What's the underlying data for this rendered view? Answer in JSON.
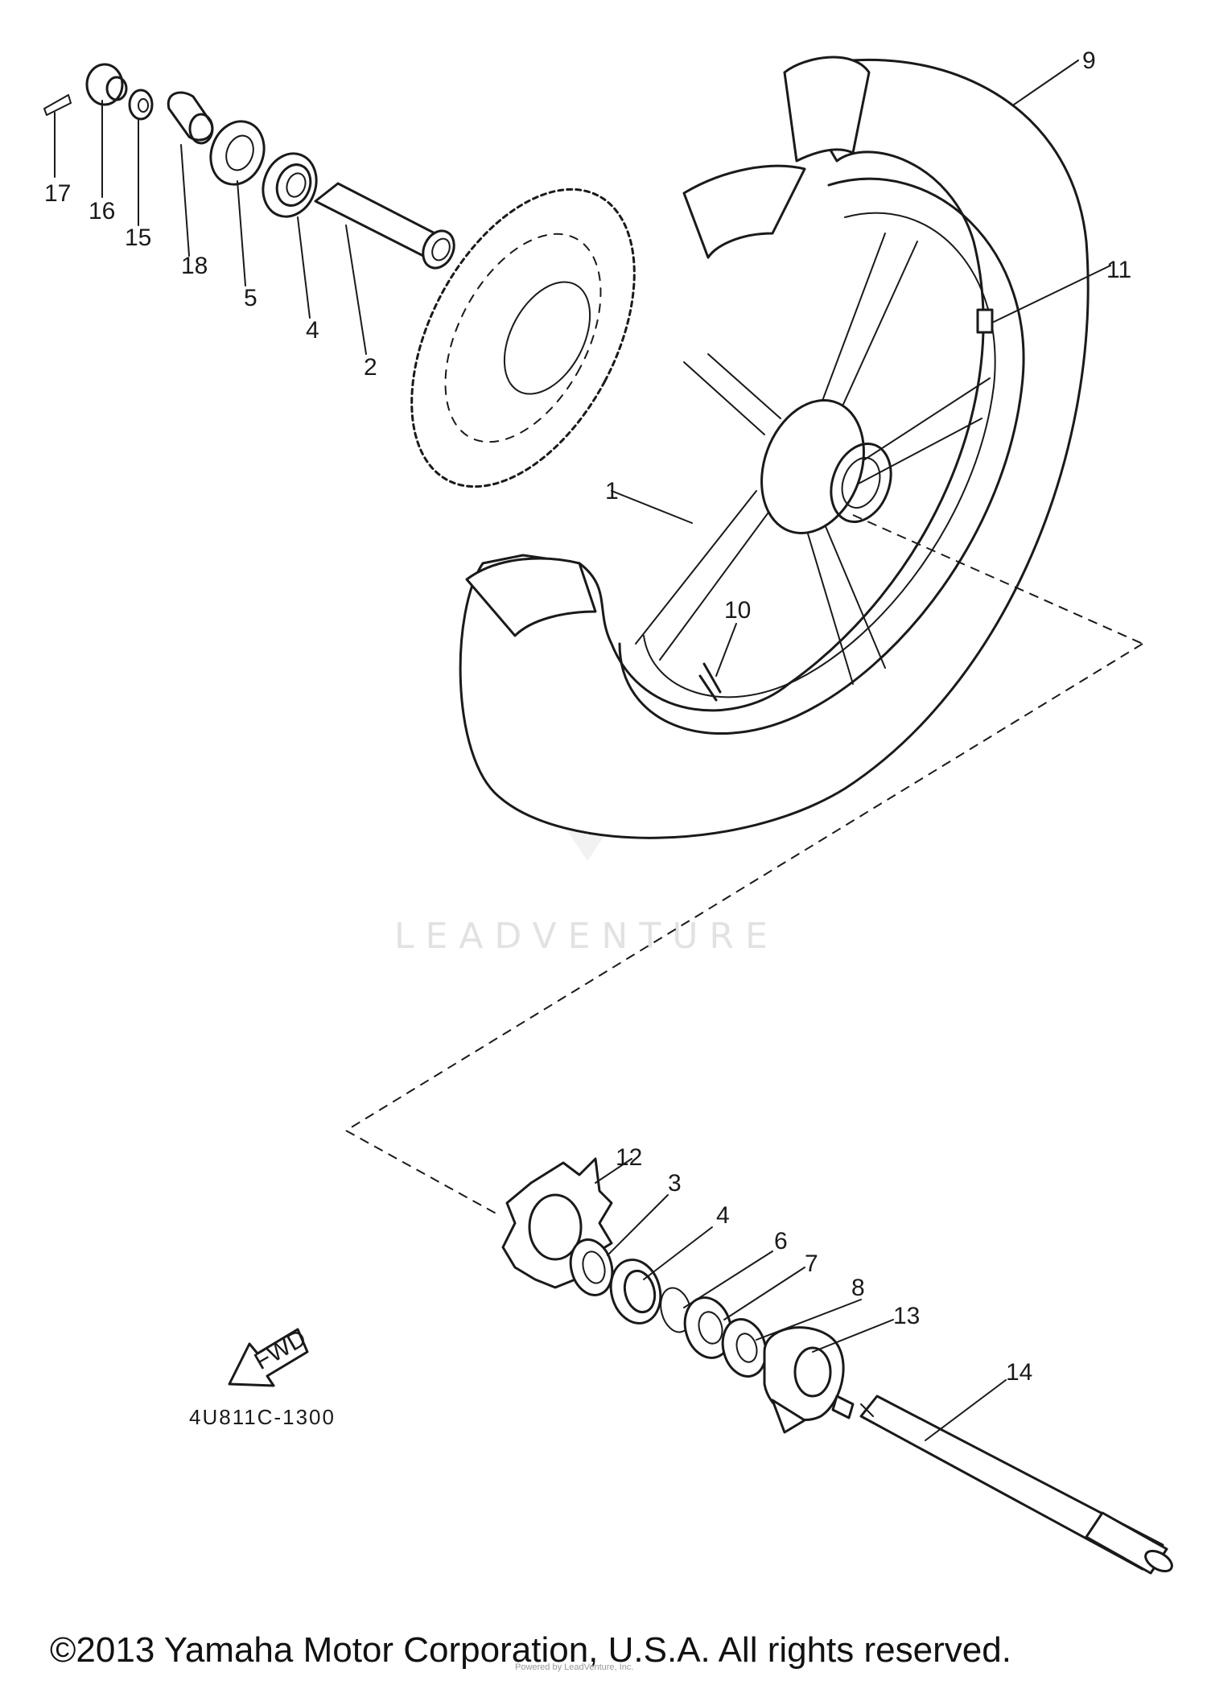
{
  "callouts": {
    "c1": "1",
    "c2": "2",
    "c3": "3",
    "c4a": "4",
    "c4b": "4",
    "c5": "5",
    "c6": "6",
    "c7": "7",
    "c8": "8",
    "c9": "9",
    "c10": "10",
    "c11": "11",
    "c12": "12",
    "c13": "13",
    "c14": "14",
    "c15": "15",
    "c16": "16",
    "c17": "17",
    "c18": "18"
  },
  "front_arrow_text": "FWD",
  "diagram_code": "4U811C-1300",
  "watermark": "LEADVENTURE",
  "copyright": "©2013 Yamaha Motor Corporation, U.S.A. All rights reserved.",
  "fine_print": "Powered by LeadVenture, Inc."
}
